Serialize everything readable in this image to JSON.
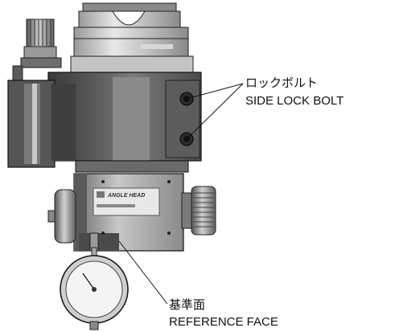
{
  "callouts": {
    "lock_bolt_jp": "ロックボルト",
    "lock_bolt_en": "SIDE LOCK BOLT",
    "reference_face_jp": "基準面",
    "reference_face_en": "REFERENCE FACE"
  },
  "nameplate": {
    "brand": "ANGLE HEAD"
  },
  "colors": {
    "background": "#ffffff",
    "body_dark": "#4a4a4a",
    "body_mid": "#6e6e6e",
    "body_light": "#bdbdbd",
    "highlight": "#e6e6e6",
    "line": "#111111"
  }
}
